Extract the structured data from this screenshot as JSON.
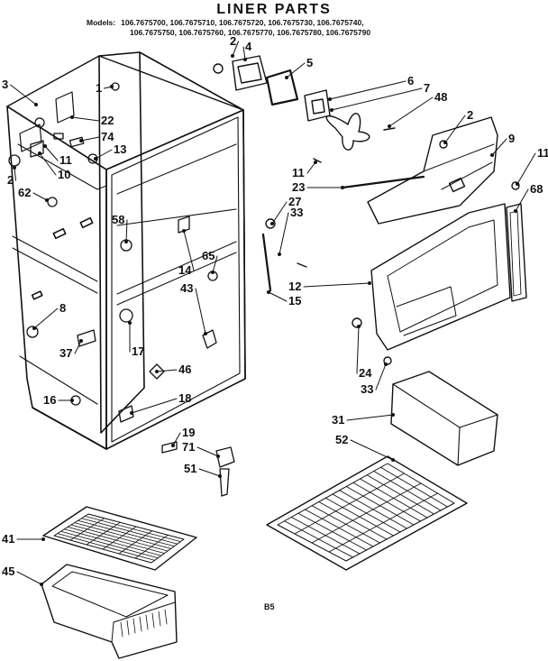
{
  "title": "LINER PARTS",
  "models_label": "Models:",
  "models_line1": "106.7675700, 106.7675710, 106.7675720, 106.7675730, 106.7675740,",
  "models_line2": "106.7675750, 106.7675760, 106.7675770, 106.7675780, 106.7675790",
  "footer_code": "B5",
  "callouts": [
    "2",
    "4",
    "5",
    "6",
    "7",
    "48",
    "3",
    "1",
    "22",
    "74",
    "13",
    "11",
    "10",
    "2",
    "62",
    "58",
    "65",
    "14",
    "43",
    "12",
    "15",
    "8",
    "37",
    "17",
    "46",
    "16",
    "18",
    "19",
    "71",
    "51",
    "2",
    "9",
    "11",
    "23",
    "68",
    "27",
    "33",
    "11",
    "24",
    "33",
    "31",
    "52",
    "41",
    "45"
  ]
}
